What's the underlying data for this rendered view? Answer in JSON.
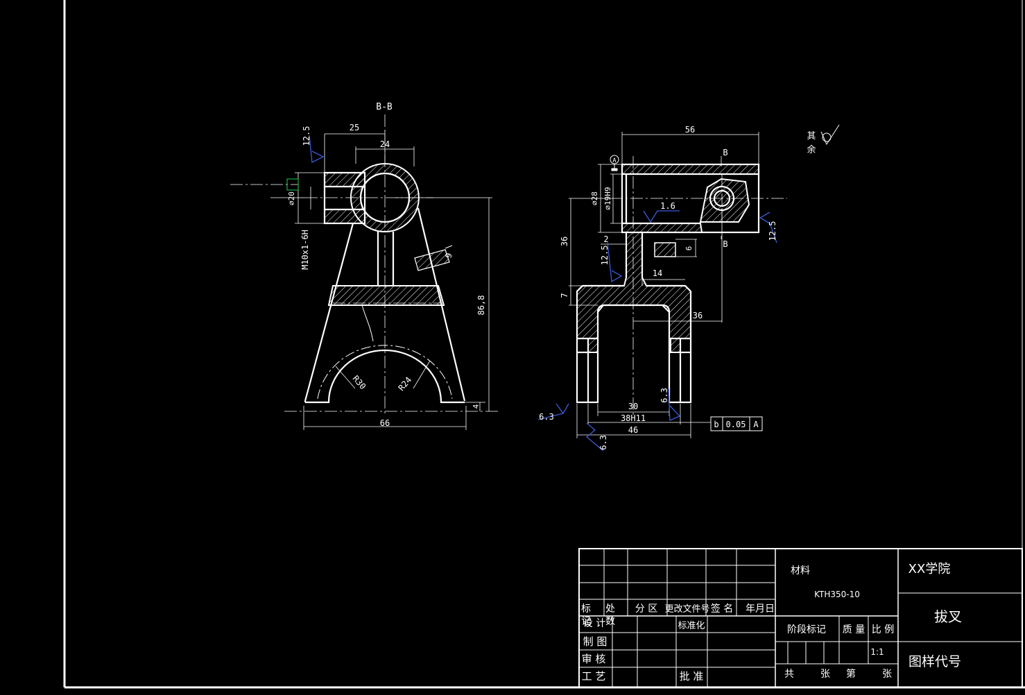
{
  "colors": {
    "background": "#000000",
    "line": "#ffffff",
    "roughness": "#3b5bd8",
    "datum_mark": "#22cc55"
  },
  "section_view": {
    "title": "B-B",
    "dims": {
      "d25": "25",
      "d24": "24",
      "d86_8": "86,8",
      "d66": "66",
      "d4": "4",
      "r30": "R30",
      "r24": "R24",
      "d9": "9",
      "thread": "M10x1-6H",
      "phi20": "⌀20"
    },
    "roughness": {
      "top": "12.5"
    }
  },
  "side_view": {
    "dims": {
      "d56": "56",
      "phi28": "⌀28",
      "phi19": "⌀19H9",
      "d36": "36",
      "d2": "2",
      "d7": "7",
      "d14": "14",
      "d6": "6",
      "d36b": "36",
      "d30": "30",
      "d38": "38H11",
      "d46": "46"
    },
    "roughness": {
      "r16": "1.6",
      "r125a": "12.5",
      "r125b": "12.5",
      "r63a": "6.3",
      "r63b": "6.3",
      "r63c": "6.3"
    },
    "section_marks": {
      "top": "B",
      "bottom": "B"
    },
    "datum": "A",
    "tolerance": {
      "symbol": "b",
      "value": "0.05",
      "datum": "A"
    }
  },
  "other_surfaces": {
    "line1": "其",
    "line2": "余"
  },
  "title_block": {
    "material_label": "材料",
    "material_value": "KTH350-10",
    "school": "XX学院",
    "part_name": "拔叉",
    "drawing_code_label": "图样代号",
    "rev_headers": [
      "标",
      "处",
      "分 区",
      "更改文件号",
      "签 名",
      "年月日"
    ],
    "rev_sub": [
      "记",
      "数"
    ],
    "rows": {
      "design": "设 计",
      "standardize": "标准化",
      "draw": "制 图",
      "review": "审 核",
      "process": "工 艺",
      "approve": "批 准"
    },
    "stage_mark": "阶段标记",
    "weight": "质 量",
    "ratio_label": "比 例",
    "ratio_value": "1:1",
    "sheets": [
      "共",
      "张",
      "第",
      "张"
    ]
  }
}
